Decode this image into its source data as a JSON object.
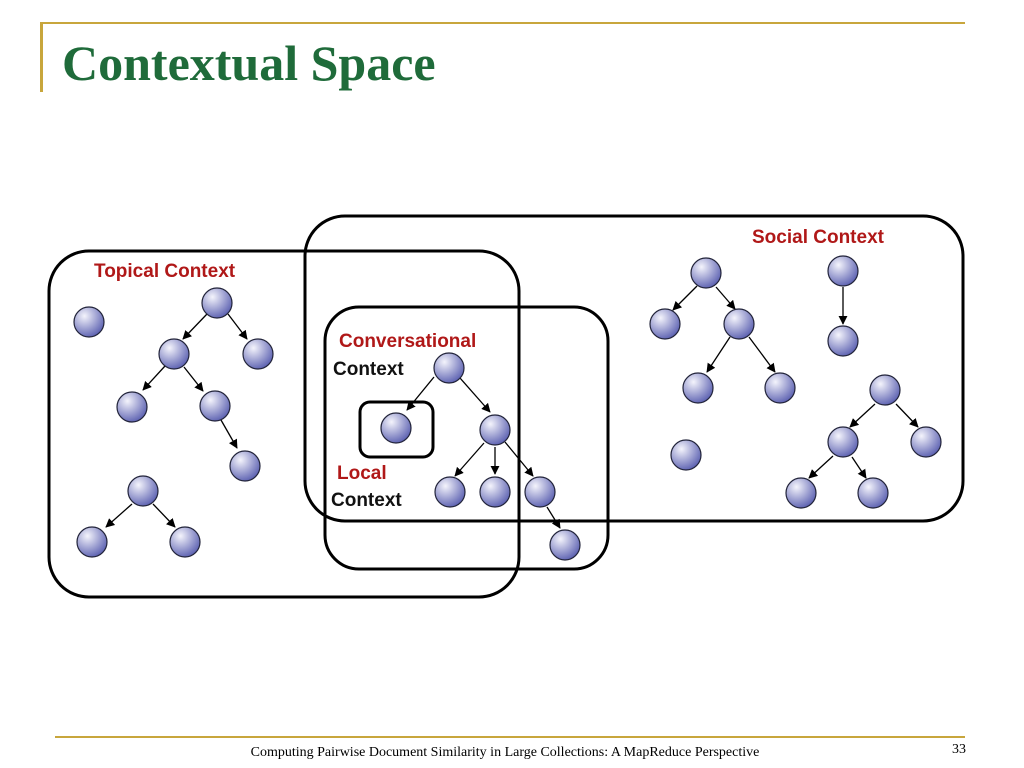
{
  "slide": {
    "title": "Contextual Space",
    "footer": "Computing Pairwise Document Similarity in Large Collections: A MapReduce Perspective",
    "page_number": "33"
  },
  "labels": {
    "social": "Social Context",
    "topical": "Topical Context",
    "conversational_line1": "Conversational",
    "conversational_line2": "Context",
    "local_line1": "Local",
    "local_line2": "Context"
  },
  "colors": {
    "title": "#1f6b3a",
    "accent_rule": "#c8a63c",
    "label_red": "#b01818",
    "node_fill_light": "#f4f4fc",
    "node_fill_dark": "#5a5fb0"
  }
}
